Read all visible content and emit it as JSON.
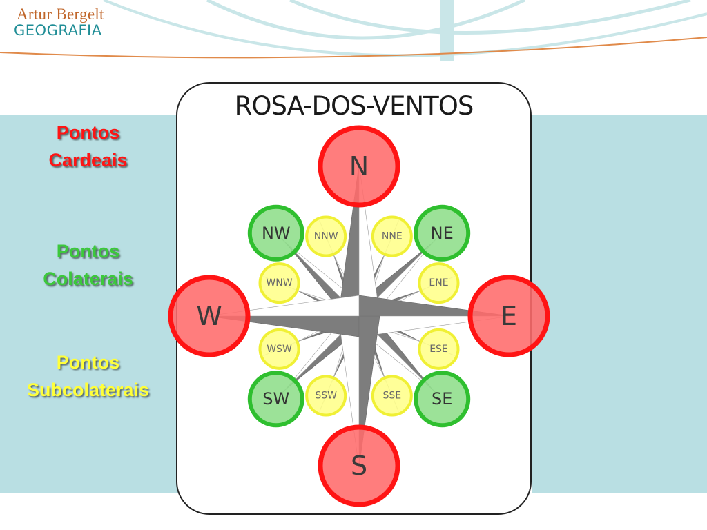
{
  "logo": {
    "top_text": "Artur Bergelt",
    "bottom_text": "GEOGRAFIA"
  },
  "title": "ROSA-DOS-VENTOS",
  "legend": {
    "cardeais": [
      "Pontos",
      "Cardeais"
    ],
    "colaterais": [
      "Pontos",
      "Colaterais"
    ],
    "subcolaterais": [
      "Pontos",
      "Subcolaterais"
    ]
  },
  "colors": {
    "band": "#b9dfe3",
    "cardinal_fill": "#ff6b6b",
    "cardinal_ring": "#ff1414",
    "collateral_fill": "#8ede8a",
    "collateral_ring": "#2fbf2f",
    "subcollateral_fill": "#ffff8a",
    "subcollateral_ring": "#f0f035",
    "star_dark": "#7d7d7d",
    "star_light": "#ffffff"
  },
  "points": {
    "cardinal": [
      "N",
      "E",
      "S",
      "W"
    ],
    "collateral": [
      "NE",
      "SE",
      "SW",
      "NW"
    ],
    "subcollateral": [
      "NNE",
      "ENE",
      "ESE",
      "SSE",
      "SSW",
      "WSW",
      "WNW",
      "NNW"
    ]
  }
}
